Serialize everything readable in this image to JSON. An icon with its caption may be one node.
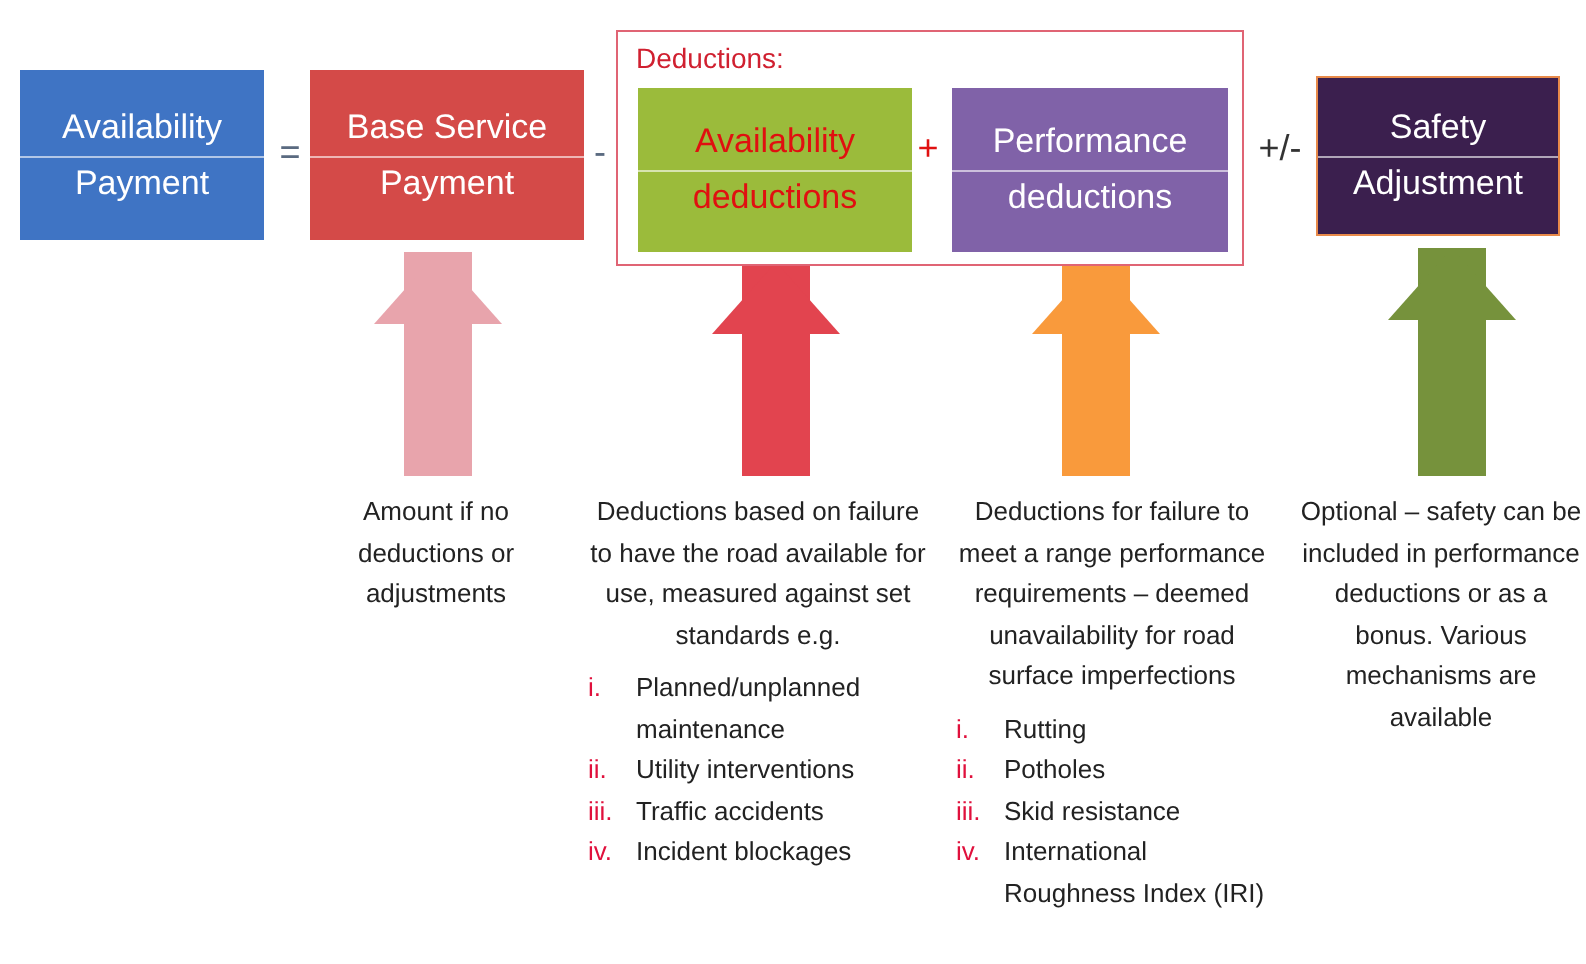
{
  "diagram": {
    "nodes": [
      {
        "text": [
          "Availability Payment"
        ]
      },
      {
        "text": [
          "Base Service Payment"
        ]
      },
      {
        "text": [
          "Deductions:"
        ]
      },
      {
        "text": [
          "Availability deductions"
        ],
        "in": 2
      },
      {
        "text": [
          "Performance deductions"
        ],
        "in": 2
      },
      {
        "text": [
          "Safety Adjustment"
        ]
      },
      {
        "text": [
          "Amount if no deductions or adjustments"
        ]
      },
      {
        "text": [
          "Deductions based on failure to have the road available for use, measured against set standards e.g.",
          "i.",
          "Planned/unplanned maintenance",
          "ii.",
          "Utility interventions",
          "iii.",
          "Traffic accidents",
          "iv.",
          "Incident blockages"
        ]
      },
      {
        "text": [
          "Deductions for failure to meet a range performance requirements – deemed unavailability for road surface imperfections",
          "i.",
          "Rutting",
          "ii.",
          "Potholes",
          "iii.",
          "Skid resistance",
          "iv.",
          "International Roughness Index (IRI)"
        ]
      },
      {
        "text": [
          "Optional – safety can be included in performance deductions or as a bonus. Various mechanisms are available"
        ]
      }
    ],
    "edges": [
      {
        "from": 6,
        "to": 1,
        "arrow": "to",
        "color": "#e8a4ac"
      },
      {
        "from": 7,
        "to": 3,
        "arrow": "to",
        "color": "#e2444f"
      },
      {
        "from": 8,
        "to": 4,
        "arrow": "to",
        "color": "#f99a3c"
      },
      {
        "from": 9,
        "to": 5,
        "arrow": "to",
        "color": "#76923c"
      }
    ],
    "labels": [
      "=",
      "-",
      "+",
      "+/-"
    ]
  }
}
